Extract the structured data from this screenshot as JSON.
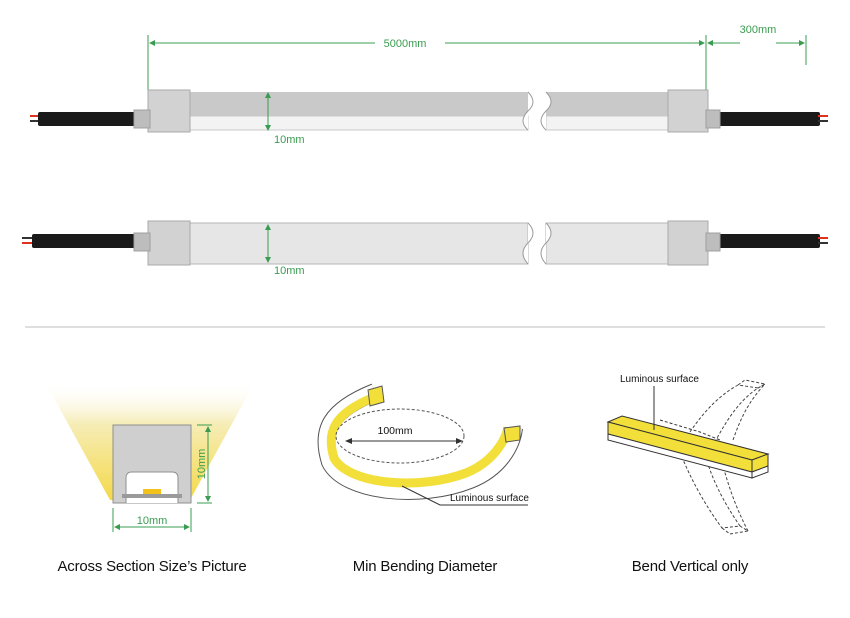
{
  "colors": {
    "dimension": "#3a9c50",
    "tube": "#c9c9c9",
    "tube_edge": "#a9a9a9",
    "cable": "#1a1a1a",
    "wire_red": "#e0301e",
    "luminous": "#f2df3a",
    "divider": "#bfbfbf"
  },
  "strips": {
    "length_label": "5000mm",
    "cable_label": "300mm",
    "height_label_top": "10mm",
    "height_label_bottom": "10mm"
  },
  "cross_section": {
    "height_label": "10mm",
    "width_label": "10mm",
    "caption": "Across Section Size’s Picture"
  },
  "bending": {
    "diameter_label": "100mm",
    "luminous_label": "Luminous surface",
    "caption": "Min Bending Diameter"
  },
  "vertical": {
    "luminous_label": "Luminous surface",
    "caption": "Bend Vertical only"
  }
}
